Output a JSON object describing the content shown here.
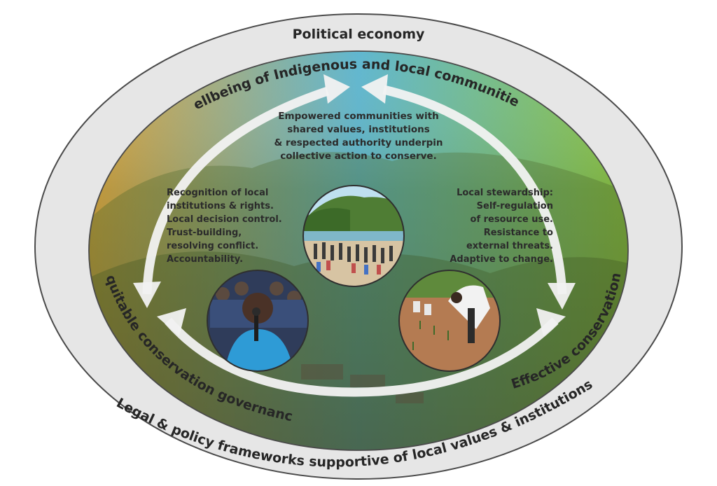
{
  "outer_ring": {
    "top_label": "Political economy",
    "bottom_label": "Legal & policy frameworks supportive of local values & institutions"
  },
  "arc_labels": {
    "top": "Wellbeing of Indigenous and local communities",
    "left": "Equitable conservation governance",
    "right": "Effective conservation"
  },
  "center_text": [
    "Empowered communities with",
    "shared values, institutions",
    "& respected authority underpin",
    "collective action to conserve."
  ],
  "left_text": [
    "Recognition of local",
    "institutions & rights.",
    "Local decision control.",
    "Trust-building,",
    "resolving conflict.",
    "Accountability."
  ],
  "right_text": [
    "Local stewardship:",
    "Self-regulation",
    "of resource use.",
    "Resistance to",
    "external threats.",
    "Adaptive to change."
  ],
  "colors": {
    "outer_ring": "#e6e6e6",
    "outer_stroke": "#4a4a4a",
    "left_tint": "#d9a23c",
    "center_tint": "#5fb6cf",
    "right_tint": "#8cc23f",
    "arrow": "#f2f2f2"
  },
  "photos": [
    {
      "icon": "beach-gathering-photo"
    },
    {
      "icon": "speaker-with-microphone-photo"
    },
    {
      "icon": "planting-seedlings-photo"
    }
  ]
}
